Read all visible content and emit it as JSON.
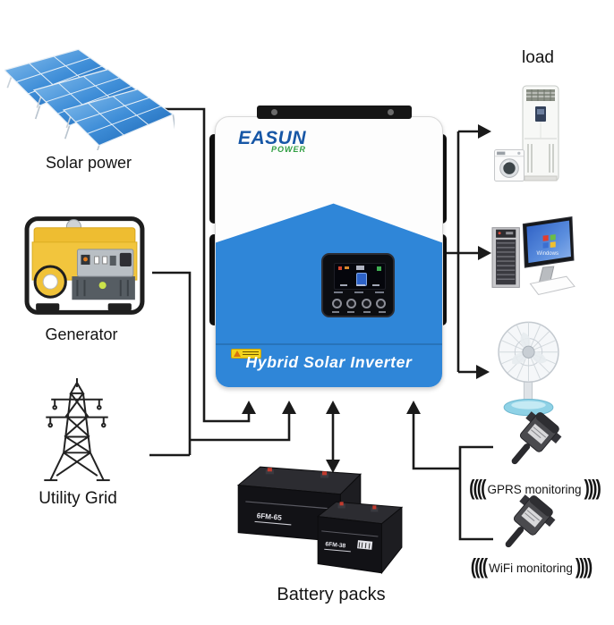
{
  "labels": {
    "solar": "Solar power",
    "generator": "Generator",
    "utility": "Utility Grid",
    "load": "load",
    "battery": "Battery packs"
  },
  "inverter": {
    "brand": "EASUN",
    "brand_sub": "POWER",
    "caption": "Hybrid Solar Inverter"
  },
  "batteries": {
    "large_model": "6FM-65",
    "small_model": "6FM-38"
  },
  "computer": {
    "screen_label": "Windows"
  },
  "monitoring": {
    "gprs": {
      "waves_left": "((((",
      "label": "GPRS monitoring",
      "waves_right": "))))"
    },
    "wifi": {
      "waves_left": "((((",
      "label": "WiFi monitoring",
      "waves_right": "))))"
    }
  },
  "colors": {
    "inverter_blue": "#2f86d8",
    "brand_blue": "#1757a6",
    "brand_green": "#2f9e41",
    "connector_line": "#1a1a1a",
    "generator_yellow": "#f0c238",
    "fan_base_blue": "#8fd2e6",
    "battery_body": "#131317",
    "panel_blue": "#2a74c4"
  }
}
